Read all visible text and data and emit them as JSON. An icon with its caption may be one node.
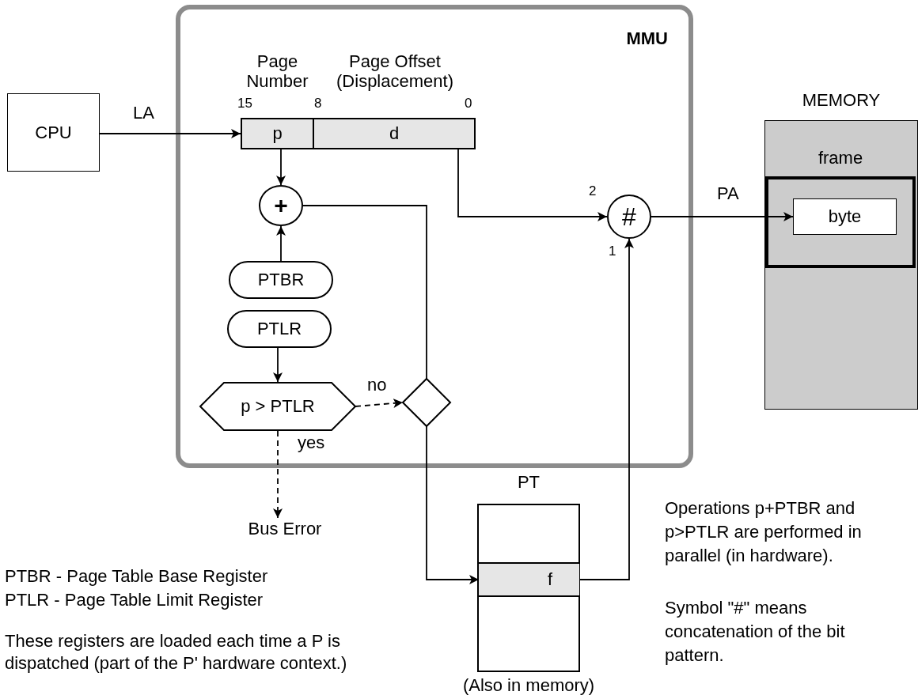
{
  "diagram": {
    "nodes": [
      {
        "text": [
          "MMU"
        ]
      },
      {
        "text": [
          "CPU"
        ]
      },
      {
        "text": [
          "Page Number",
          "p"
        ],
        "in": 0
      },
      {
        "text": [
          "Page Offset (Displacement)",
          "d"
        ],
        "in": 0
      },
      {
        "text": [
          "+"
        ],
        "in": 0
      },
      {
        "text": [
          "PTBR"
        ],
        "in": 0
      },
      {
        "text": [
          "PTLR"
        ],
        "in": 0
      },
      {
        "text": [
          "p > PTLR"
        ],
        "in": 0
      },
      {
        "text": [],
        "shape": "diamond",
        "in": 0
      },
      {
        "text": [
          "#"
        ],
        "in": 0
      },
      {
        "text": [
          "MEMORY"
        ]
      },
      {
        "text": [
          "frame"
        ],
        "in": 10
      },
      {
        "text": [
          "byte"
        ],
        "in": 11
      },
      {
        "text": [
          "PT"
        ],
        "beside": [
          "(Also in memory)"
        ]
      },
      {
        "text": [
          "f"
        ],
        "in": 13
      },
      {
        "text": [
          "Bus Error"
        ]
      }
    ],
    "edges": [
      {
        "from": 1,
        "to": 2,
        "arrow": "to",
        "label": "LA"
      },
      {
        "from": 2,
        "to": 4,
        "arrow": "to"
      },
      {
        "from": 5,
        "to": 4,
        "arrow": "to"
      },
      {
        "from": 6,
        "to": 7,
        "arrow": "to"
      },
      {
        "from": 7,
        "to": 8,
        "arrow": "to",
        "label": "no",
        "style": "dashed"
      },
      {
        "from": 7,
        "to": 15,
        "arrow": "to",
        "label": "yes",
        "style": "dashed"
      },
      {
        "from": 4,
        "to": 8,
        "arrow": "none"
      },
      {
        "from": 8,
        "to": 14,
        "arrow": "to"
      },
      {
        "from": 3,
        "to": 9,
        "arrow": "to"
      },
      {
        "from": 14,
        "to": 9,
        "arrow": "to"
      },
      {
        "from": 9,
        "to": 12,
        "arrow": "to",
        "label": "PA"
      }
    ],
    "labels": [
      "15",
      "8",
      "0",
      "2",
      "1",
      "PTBR - Page Table Base Register",
      "PTLR - Page Table Limit Register",
      "These registers are loaded each time a P is dispatched (part of the P' hardware context.)",
      "Operations p+PTBR and p>PTLR are performed in parallel (in hardware).",
      "Symbol \"#\" means concatenation of the bit pattern."
    ]
  }
}
